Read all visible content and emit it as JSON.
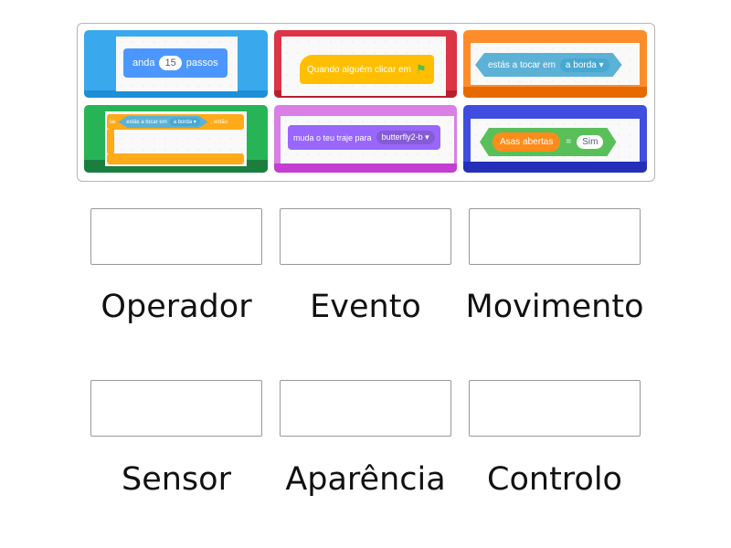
{
  "tiles": [
    {
      "block": "motion",
      "text1": "anda",
      "value": "15",
      "text2": "passos",
      "frame": "#2fa0e6"
    },
    {
      "block": "event",
      "text": "Quando alguém clicar em",
      "icon": "green-flag-icon",
      "frame": "#d8263a"
    },
    {
      "block": "sensing",
      "text": "estás a tocar em",
      "dropdown": "a borda",
      "frame": "#f47b1a"
    },
    {
      "block": "control",
      "text1": "se",
      "inner_text": "estás a tocar em",
      "dropdown": "a borda",
      "text2": ", então",
      "frame": "#1f9a4a"
    },
    {
      "block": "looks",
      "text": "muda o teu traje para",
      "dropdown": "butterfly2-b",
      "frame": "#c94ad8"
    },
    {
      "block": "operator",
      "variable": "Asas abertas",
      "op": "=",
      "value": "Sim",
      "frame": "#3441d8"
    }
  ],
  "labels": [
    "Operador",
    "Evento",
    "Movimento",
    "Sensor",
    "Aparência",
    "Controlo"
  ]
}
